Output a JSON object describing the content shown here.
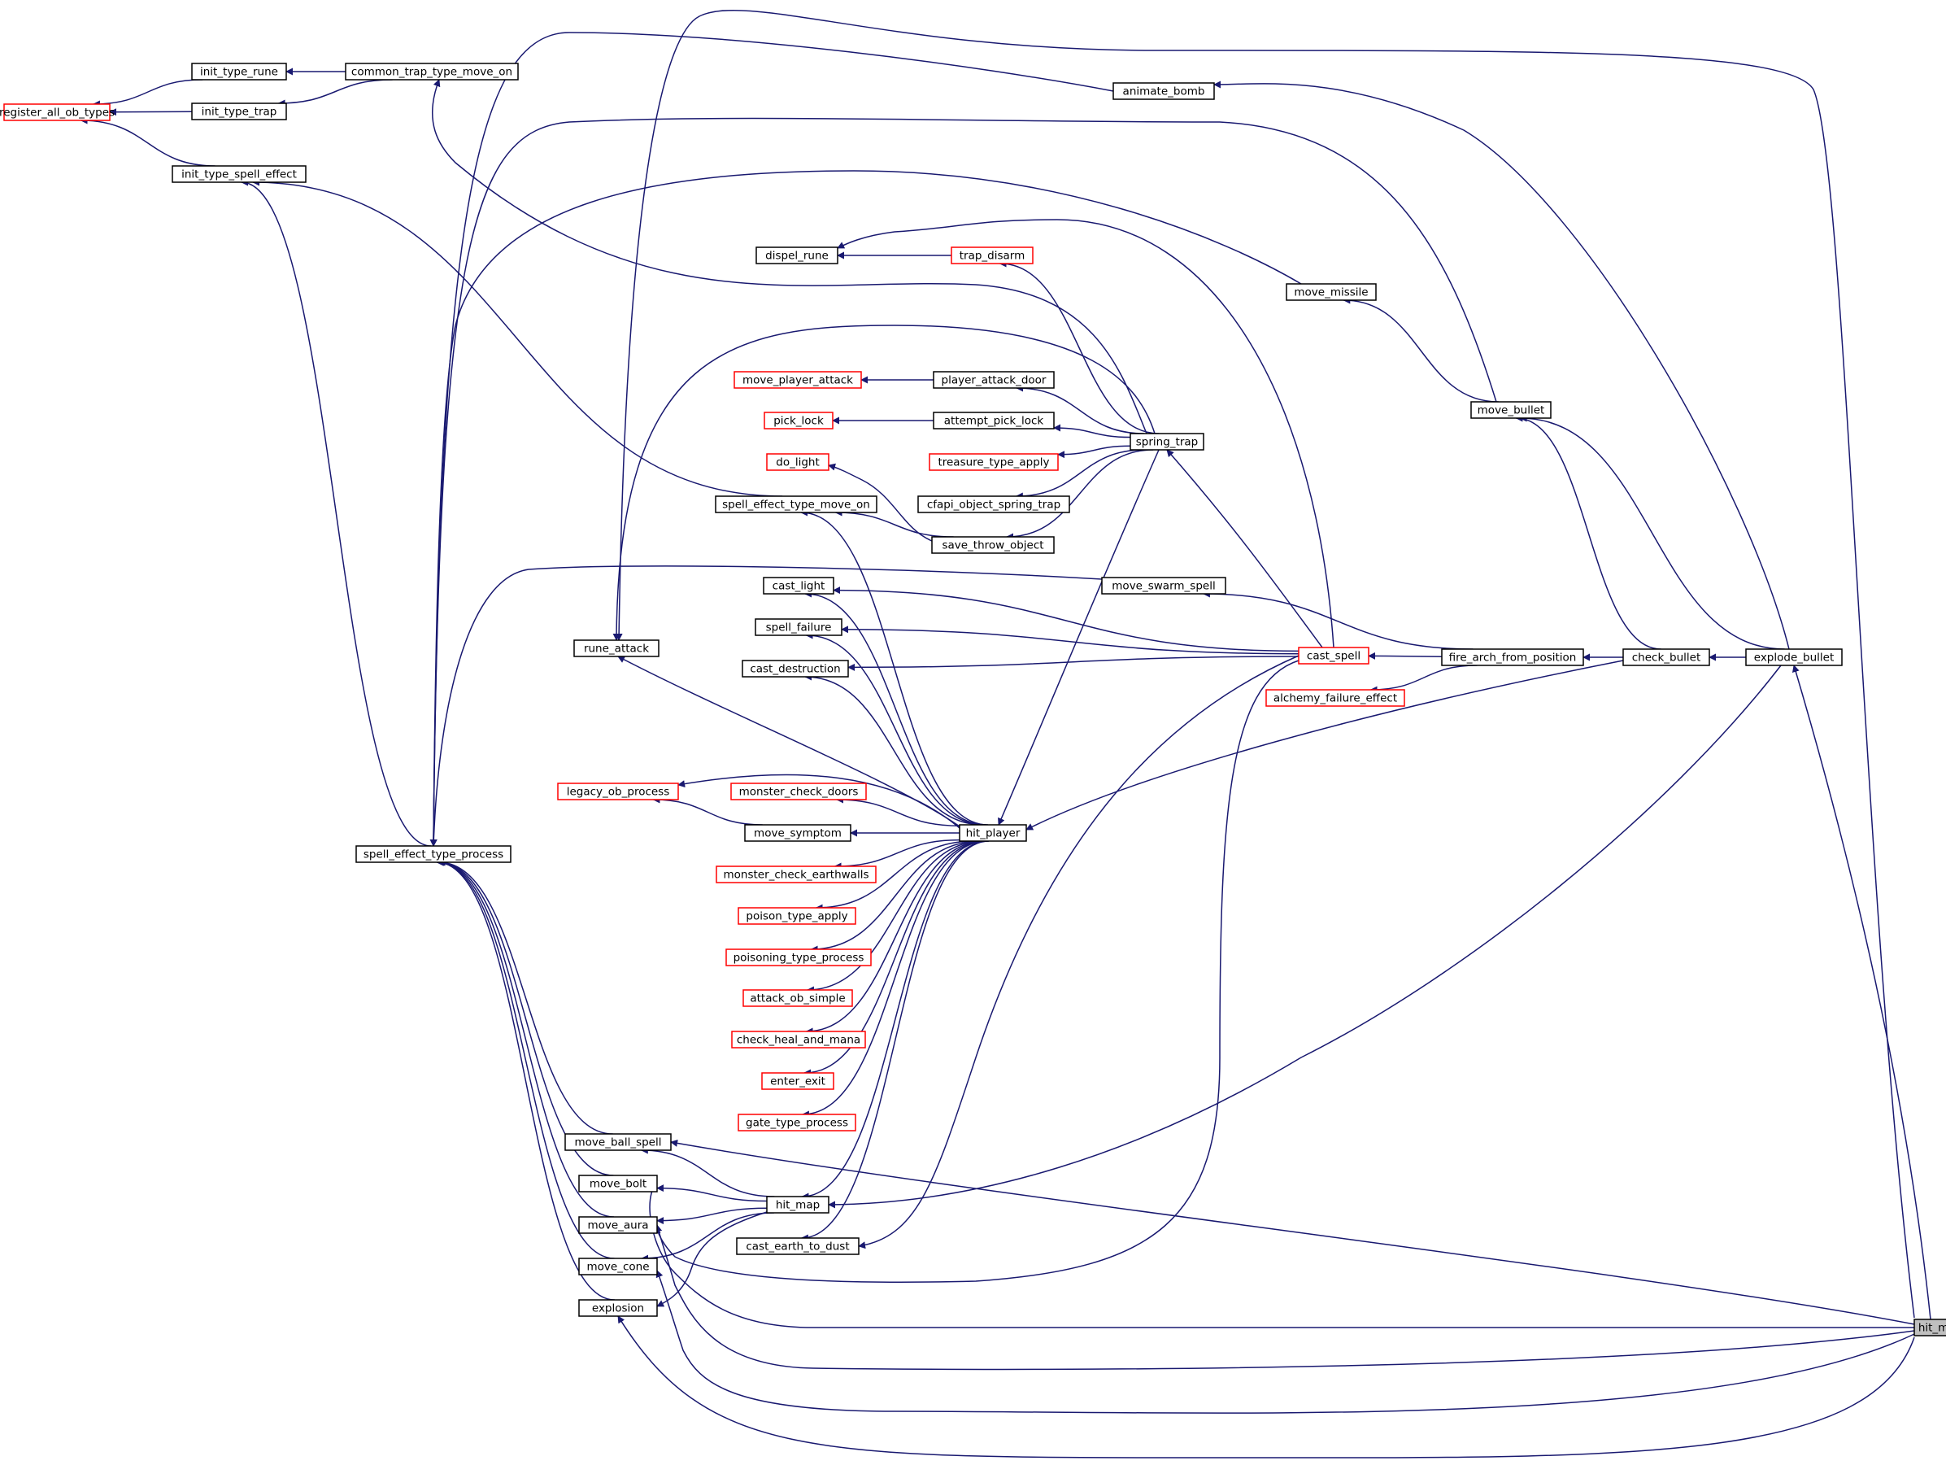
{
  "colors": {
    "edge": "#191970",
    "node_border": "#000000",
    "truncated_border": "#ff0000",
    "root_fill": "#bfbfbf"
  },
  "graph": {
    "nodes": [
      {
        "id": "hit_map_root",
        "label": "hit_map",
        "kind": "root"
      },
      {
        "id": "register_all_ob_types",
        "label": "register_all_ob_types",
        "kind": "truncated"
      },
      {
        "id": "init_type_rune",
        "label": "init_type_rune",
        "kind": "normal"
      },
      {
        "id": "init_type_trap",
        "label": "init_type_trap",
        "kind": "normal"
      },
      {
        "id": "init_type_spell_effect",
        "label": "init_type_spell_effect",
        "kind": "normal"
      },
      {
        "id": "common_trap_type_move_on",
        "label": "common_trap_type_move_on",
        "kind": "normal"
      },
      {
        "id": "spell_effect_type_process",
        "label": "spell_effect_type_process",
        "kind": "normal"
      },
      {
        "id": "rune_attack",
        "label": "rune_attack",
        "kind": "normal"
      },
      {
        "id": "legacy_ob_process",
        "label": "legacy_ob_process",
        "kind": "truncated"
      },
      {
        "id": "move_ball_spell",
        "label": "move_ball_spell",
        "kind": "normal"
      },
      {
        "id": "move_bolt",
        "label": "move_bolt",
        "kind": "normal"
      },
      {
        "id": "move_aura",
        "label": "move_aura",
        "kind": "normal"
      },
      {
        "id": "move_cone",
        "label": "move_cone",
        "kind": "normal"
      },
      {
        "id": "explosion",
        "label": "explosion",
        "kind": "normal"
      },
      {
        "id": "dispel_rune",
        "label": "dispel_rune",
        "kind": "normal"
      },
      {
        "id": "move_player_attack",
        "label": "move_player_attack",
        "kind": "truncated"
      },
      {
        "id": "pick_lock",
        "label": "pick_lock",
        "kind": "truncated"
      },
      {
        "id": "do_light",
        "label": "do_light",
        "kind": "truncated"
      },
      {
        "id": "spell_effect_type_move_on",
        "label": "spell_effect_type_move_on",
        "kind": "normal"
      },
      {
        "id": "cast_light",
        "label": "cast_light",
        "kind": "normal"
      },
      {
        "id": "spell_failure",
        "label": "spell_failure",
        "kind": "normal"
      },
      {
        "id": "cast_destruction",
        "label": "cast_destruction",
        "kind": "normal"
      },
      {
        "id": "monster_check_doors",
        "label": "monster_check_doors",
        "kind": "truncated"
      },
      {
        "id": "move_symptom",
        "label": "move_symptom",
        "kind": "normal"
      },
      {
        "id": "monster_check_earthwalls",
        "label": "monster_check_earthwalls",
        "kind": "truncated"
      },
      {
        "id": "poison_type_apply",
        "label": "poison_type_apply",
        "kind": "truncated"
      },
      {
        "id": "poisoning_type_process",
        "label": "poisoning_type_process",
        "kind": "truncated"
      },
      {
        "id": "attack_ob_simple",
        "label": "attack_ob_simple",
        "kind": "truncated"
      },
      {
        "id": "check_heal_and_mana",
        "label": "check_heal_and_mana",
        "kind": "truncated"
      },
      {
        "id": "enter_exit",
        "label": "enter_exit",
        "kind": "truncated"
      },
      {
        "id": "gate_type_process",
        "label": "gate_type_process",
        "kind": "truncated"
      },
      {
        "id": "hit_map_mid",
        "label": "hit_map",
        "kind": "normal"
      },
      {
        "id": "cast_earth_to_dust",
        "label": "cast_earth_to_dust",
        "kind": "normal"
      },
      {
        "id": "animate_bomb",
        "label": "animate_bomb",
        "kind": "normal"
      },
      {
        "id": "trap_disarm",
        "label": "trap_disarm",
        "kind": "truncated"
      },
      {
        "id": "player_attack_door",
        "label": "player_attack_door",
        "kind": "normal"
      },
      {
        "id": "attempt_pick_lock",
        "label": "attempt_pick_lock",
        "kind": "normal"
      },
      {
        "id": "treasure_type_apply",
        "label": "treasure_type_apply",
        "kind": "truncated"
      },
      {
        "id": "cfapi_object_spring_trap",
        "label": "cfapi_object_spring_trap",
        "kind": "normal"
      },
      {
        "id": "save_throw_object",
        "label": "save_throw_object",
        "kind": "normal"
      },
      {
        "id": "move_swarm_spell",
        "label": "move_swarm_spell",
        "kind": "normal"
      },
      {
        "id": "hit_player",
        "label": "hit_player",
        "kind": "normal"
      },
      {
        "id": "spring_trap",
        "label": "spring_trap",
        "kind": "normal"
      },
      {
        "id": "move_missile",
        "label": "move_missile",
        "kind": "normal"
      },
      {
        "id": "cast_spell",
        "label": "cast_spell",
        "kind": "truncated"
      },
      {
        "id": "alchemy_failure_effect",
        "label": "alchemy_failure_effect",
        "kind": "truncated"
      },
      {
        "id": "move_bullet",
        "label": "move_bullet",
        "kind": "normal"
      },
      {
        "id": "fire_arch_from_position",
        "label": "fire_arch_from_position",
        "kind": "normal"
      },
      {
        "id": "check_bullet",
        "label": "check_bullet",
        "kind": "normal"
      },
      {
        "id": "explode_bullet",
        "label": "explode_bullet",
        "kind": "normal"
      }
    ]
  }
}
